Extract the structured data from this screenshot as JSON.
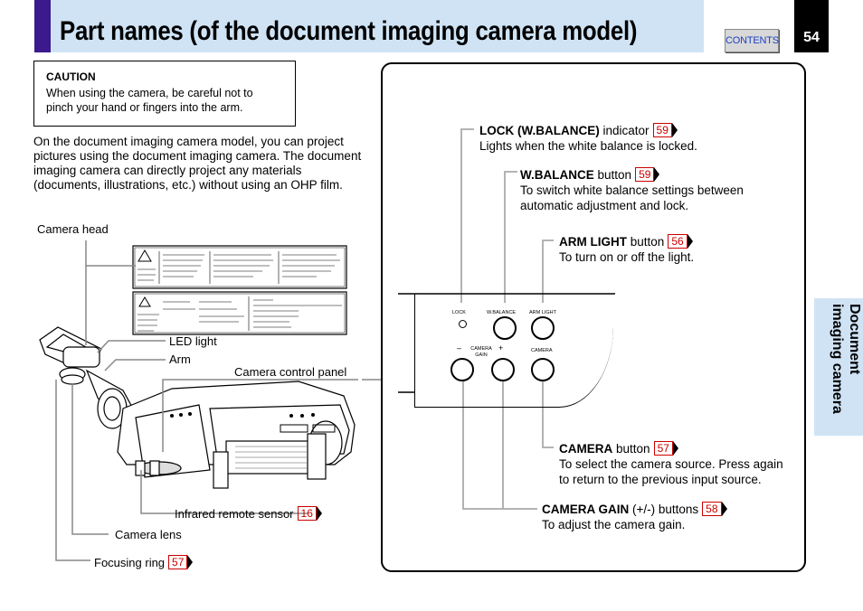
{
  "header": {
    "title": "Part names (of the document imaging camera model)",
    "contents_label": "CONTENTS",
    "page_number": "54"
  },
  "side_tab": {
    "label": "Document imaging camera"
  },
  "caution": {
    "title": "CAUTION",
    "text": "When using the camera, be careful not to pinch your hand or fingers into the arm."
  },
  "intro": "On the document imaging camera model, you can project pictures using the document imaging camera. The document imaging camera can directly project any materials (documents, illustrations, etc.) without using an OHP film.",
  "left_labels": {
    "camera_head": "Camera head",
    "led_light": "LED light",
    "arm": "Arm",
    "camera_control_panel": "Camera control panel",
    "infrared_remote_sensor": "Infrared remote sensor",
    "infrared_ref": "16",
    "camera_lens": "Camera lens",
    "focusing_ring": "Focusing ring",
    "focusing_ref": "57"
  },
  "callouts": {
    "lock": {
      "name": "LOCK (W.BALANCE)",
      "suffix": "indicator",
      "ref": "59",
      "desc": "Lights when the white balance is locked."
    },
    "wbalance": {
      "name": "W.BALANCE",
      "suffix": "button",
      "ref": "59",
      "desc1": "To switch white balance settings between",
      "desc2": "automatic adjustment and lock."
    },
    "armlight": {
      "name": "ARM LIGHT",
      "suffix": "button",
      "ref": "56",
      "desc": "To turn on or off the light."
    },
    "camera": {
      "name": "CAMERA",
      "suffix": "button",
      "ref": "57",
      "desc1": "To select the camera source. Press again",
      "desc2": "to return to the previous input source."
    },
    "gain": {
      "name": "CAMERA GAIN",
      "suffix": "(+/-) buttons",
      "ref": "58",
      "desc": "To adjust the camera gain."
    }
  },
  "panel_labels": {
    "lock": "LOCK",
    "wbalance": "W.BALANCE",
    "armlight": "ARM LIGHT",
    "minus": "–",
    "plus": "+",
    "camera_gain_1": "CAMERA",
    "camera_gain_2": "GAIN",
    "camera": "CAMERA"
  },
  "icons": [
    "contents-button",
    "reference-arrow-icon",
    "laser-warning-icon"
  ]
}
